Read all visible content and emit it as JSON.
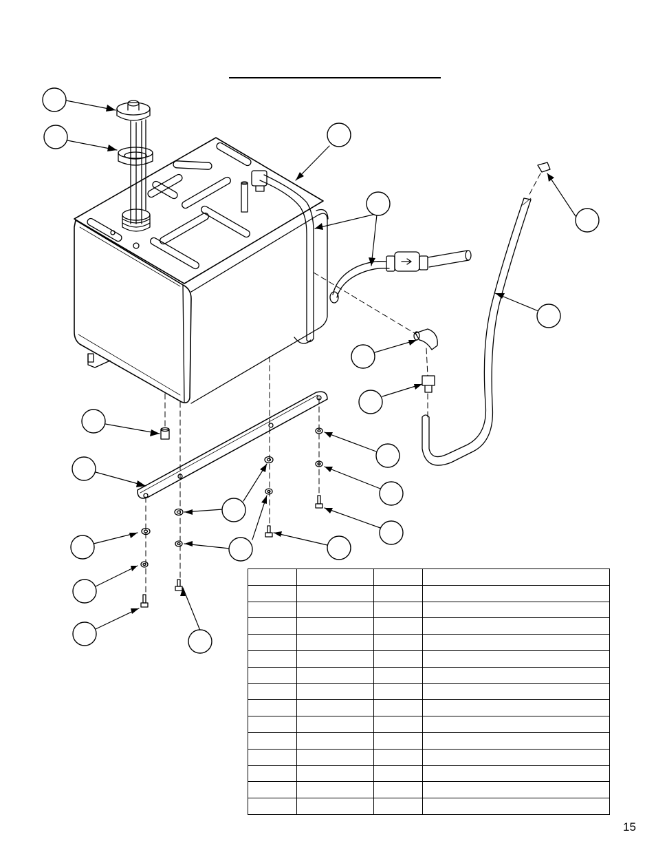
{
  "page": {
    "number": "15"
  },
  "parts_table": {
    "rows": 15,
    "columns": 4
  }
}
